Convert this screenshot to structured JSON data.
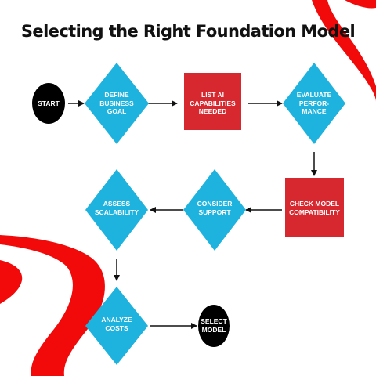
{
  "title": "Selecting the Right Foundation Model",
  "colors": {
    "diamond": "#1EB3DE",
    "box": "#D7282F",
    "terminal": "#000000",
    "swoosh": "#F20A0A",
    "arrow": "#111111"
  },
  "nodes": {
    "start": "START",
    "define_goal": "DEFINE\nBUSINESS\nGOAL",
    "list_capabilities": "LIST AI\nCAPABILITIES\nNEEDED",
    "evaluate_performance": "EVALUATE\nPERFOR-\nMANCE",
    "check_compatibility": "CHECK MODEL\nCOMPATIBILITY",
    "consider_support": "CONSIDER\nSUPPORT",
    "assess_scalability": "ASSESS\nSCALABILITY",
    "analyze_costs": "ANALYZE\nCOSTS",
    "select_model": "SELECT\nMODEL"
  }
}
